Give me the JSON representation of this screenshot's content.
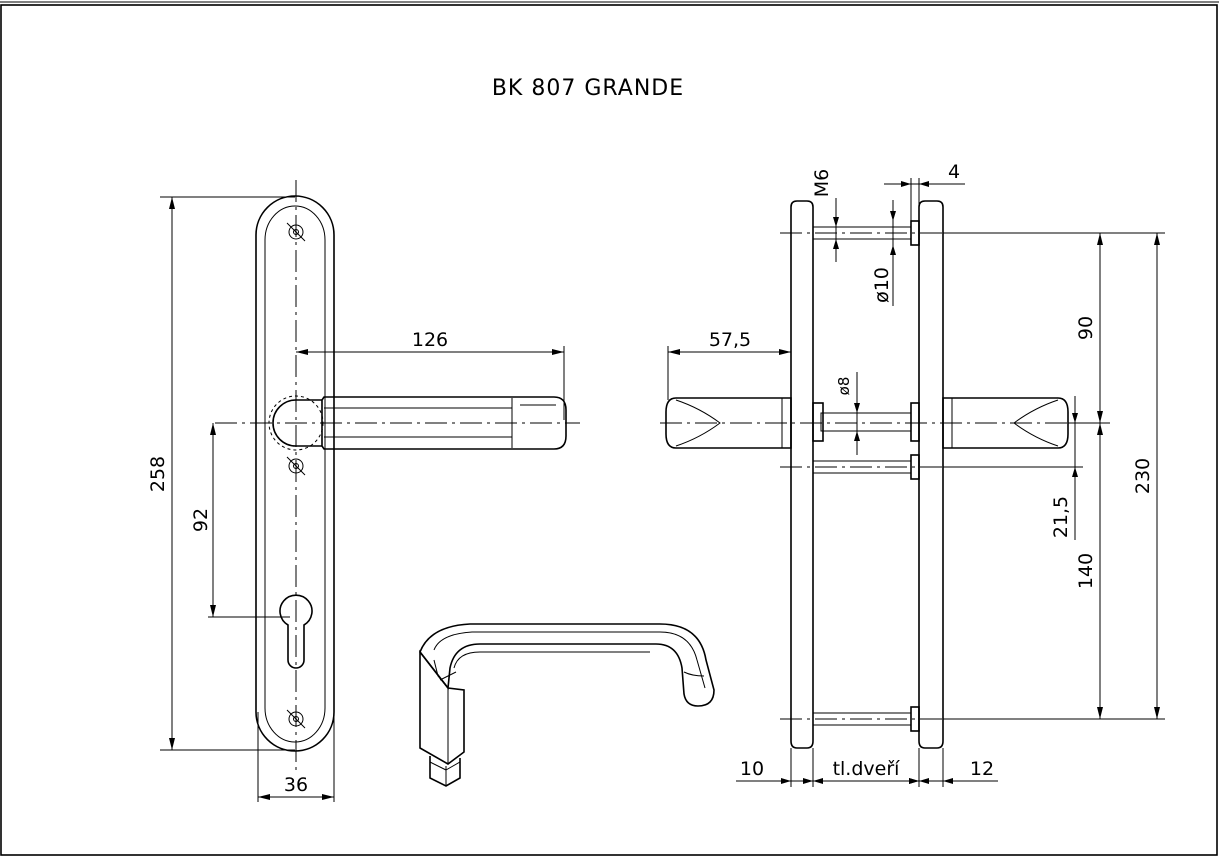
{
  "title": "BK 807 GRANDE",
  "dimensions": {
    "plate_height": "258",
    "handle_length": "126",
    "spindle_to_cylinder": "92",
    "plate_width": "36",
    "handle_projection": "57,5",
    "screw_thread": "M6",
    "rose_offset": "4",
    "bolt_diameter": "ø10",
    "spindle_square": "ø8",
    "top_to_spindle": "90",
    "spindle_to_lower_bolt": "21,5",
    "lower_spacing": "140",
    "bolt_spacing": "230",
    "outer_plate_thickness": "10",
    "door_thickness": "tl.dveří",
    "inner_plate_thickness": "12"
  }
}
